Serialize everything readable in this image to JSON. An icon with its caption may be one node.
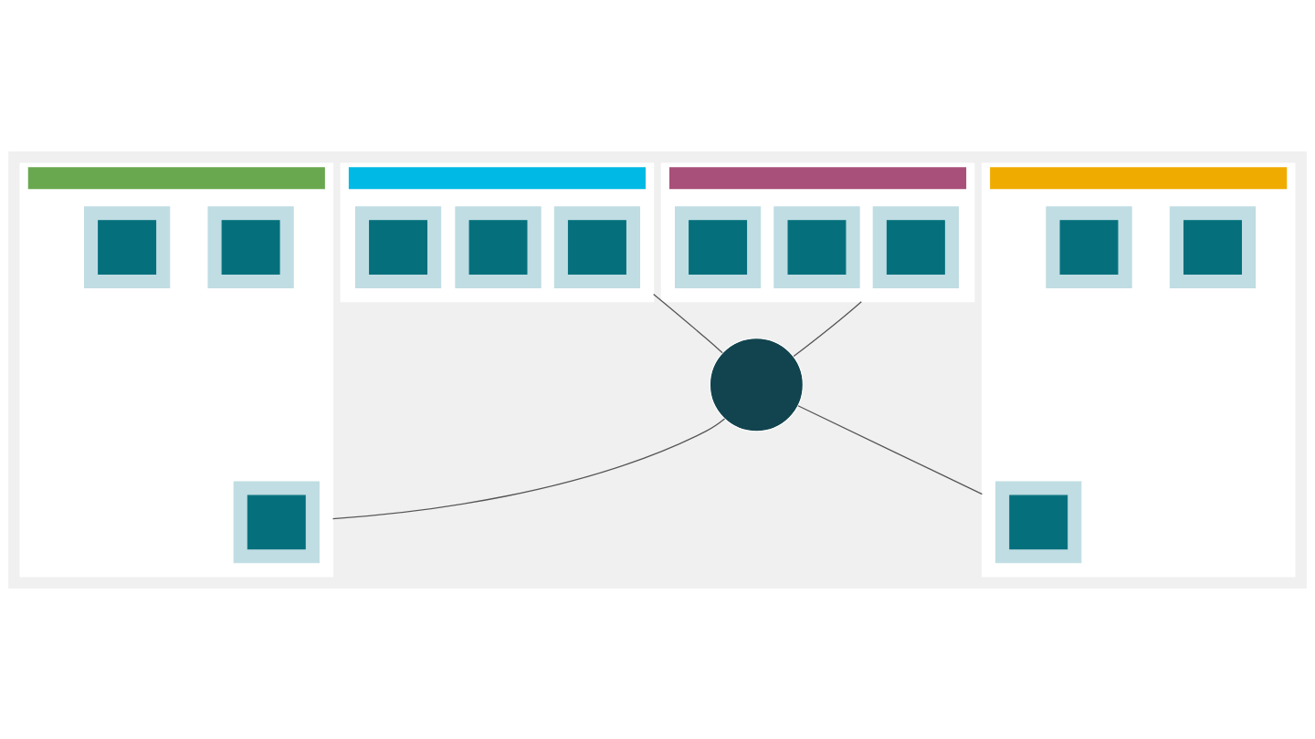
{
  "diagram": {
    "nodes": [
      {
        "text": [],
        "shape": "box"
      },
      {
        "text": [],
        "shape": "box",
        "in": 0
      },
      {
        "text": [],
        "shape": "box",
        "in": 1
      },
      {
        "text": [],
        "shape": "box",
        "in": 0
      },
      {
        "text": [],
        "shape": "box",
        "in": 3
      },
      {
        "text": [],
        "shape": "box",
        "in": 0
      },
      {
        "text": [],
        "shape": "box",
        "in": 5
      },
      {
        "text": [],
        "shape": "box"
      },
      {
        "text": [],
        "shape": "box",
        "in": 7
      },
      {
        "text": [],
        "shape": "box",
        "in": 8
      },
      {
        "text": [],
        "shape": "box",
        "in": 7
      },
      {
        "text": [],
        "shape": "box",
        "in": 10
      },
      {
        "text": [],
        "shape": "box",
        "in": 7
      },
      {
        "text": [],
        "shape": "box",
        "in": 12
      },
      {
        "text": [],
        "shape": "person"
      },
      {
        "text": [],
        "shape": "box"
      },
      {
        "text": [],
        "shape": "box",
        "in": 15
      },
      {
        "text": [],
        "shape": "box",
        "in": 16
      },
      {
        "text": [],
        "shape": "box",
        "in": 15
      },
      {
        "text": [],
        "shape": "box",
        "in": 18
      },
      {
        "text": [],
        "shape": "box",
        "in": 15
      },
      {
        "text": [],
        "shape": "box",
        "in": 20
      },
      {
        "text": [],
        "shape": "box"
      },
      {
        "text": [],
        "shape": "box",
        "in": 22
      },
      {
        "text": [],
        "shape": "box",
        "in": 23
      },
      {
        "text": [],
        "shape": "box",
        "in": 22
      },
      {
        "text": [],
        "shape": "box",
        "in": 25
      },
      {
        "text": [],
        "shape": "box",
        "in": 22
      },
      {
        "text": [],
        "shape": "box",
        "in": 27
      }
    ],
    "edges": [
      {
        "from": 0,
        "to": 14,
        "arrow": "none"
      },
      {
        "from": 7,
        "to": 14,
        "arrow": "none"
      },
      {
        "from": 14,
        "to": 15,
        "arrow": "none"
      },
      {
        "from": 14,
        "to": 22,
        "arrow": "none"
      }
    ]
  }
}
